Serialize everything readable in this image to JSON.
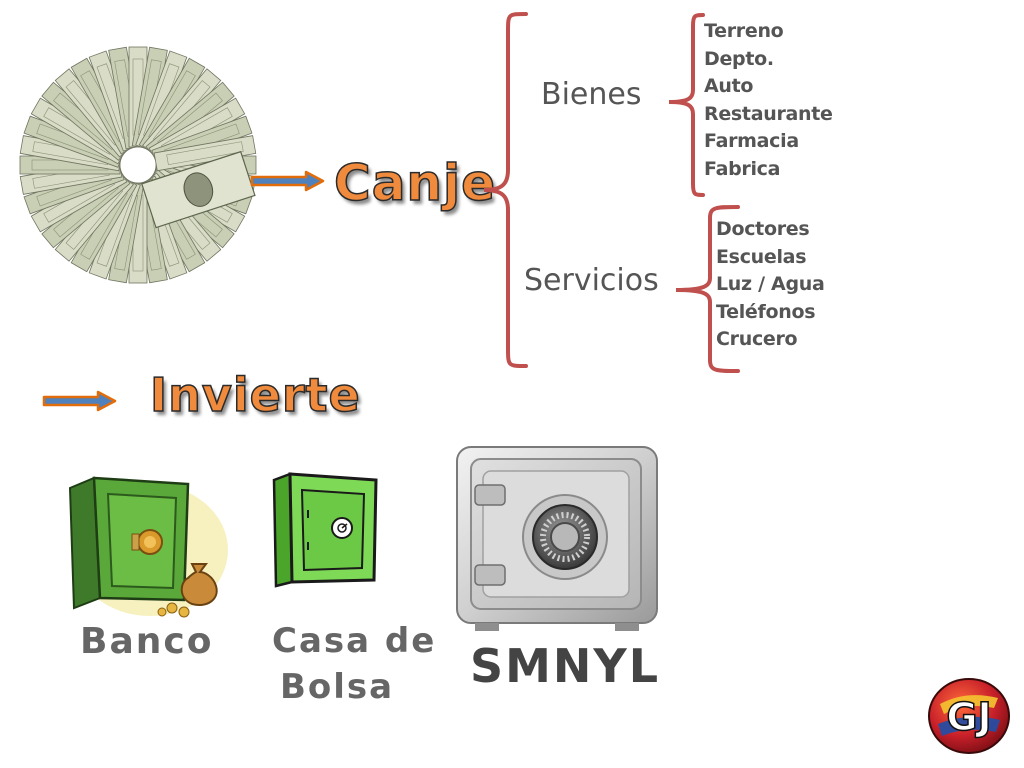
{
  "diagram": {
    "main_action": "Canje",
    "secondary_action": "Invierte",
    "categories": [
      {
        "label": "Bienes",
        "items": [
          "Terreno",
          "Depto.",
          "Auto",
          "Restaurante",
          "Farmacia",
          "Fabrica"
        ]
      },
      {
        "label": "Servicios",
        "items": [
          "Doctores",
          "Escuelas",
          "Luz / Agua",
          "Teléfonos",
          "Crucero"
        ]
      }
    ],
    "investments": [
      {
        "label": "Banco"
      },
      {
        "label_line1": "Casa de",
        "label_line2": "Bolsa"
      },
      {
        "label": "SMNYL"
      }
    ],
    "logo_text": "GJ"
  },
  "colors": {
    "headline": "#f08a3c",
    "bracket": "#c0504d",
    "arrow_fill": "#4f81bd",
    "arrow_outline": "#e36c0a",
    "text_gray": "#555555",
    "safe_green": "#6abf3a"
  }
}
